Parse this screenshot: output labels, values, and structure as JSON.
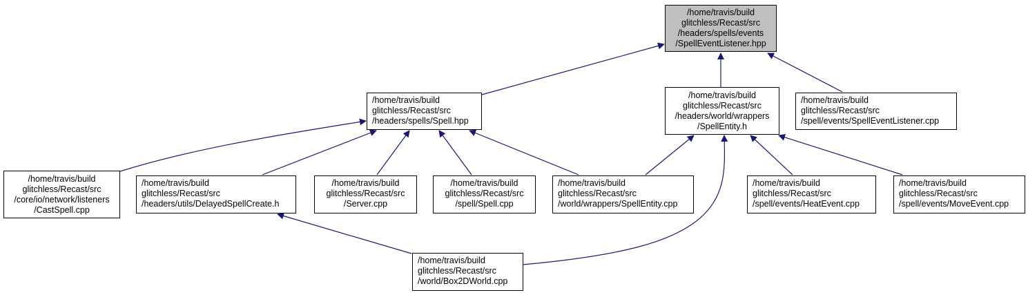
{
  "colors": {
    "edge": "#191970",
    "root_fill": "#bfbfbf",
    "node_fill": "#ffffff",
    "border": "#000000"
  },
  "nodes": {
    "listener_hpp": {
      "lines": [
        "/home/travis/build",
        "glitchless/Recast/src",
        "/headers/spells/events",
        "/SpellEventListener.hpp"
      ]
    },
    "spell_hpp": {
      "lines": [
        "/home/travis/build",
        "glitchless/Recast/src",
        "/headers/spells/Spell.hpp"
      ]
    },
    "spellentity_h": {
      "lines": [
        "/home/travis/build",
        "glitchless/Recast/src",
        "/headers/world/wrappers",
        "/SpellEntity.h"
      ]
    },
    "listener_cpp": {
      "lines": [
        "/home/travis/build",
        "glitchless/Recast/src",
        "/spell/events/SpellEventListener.cpp"
      ]
    },
    "castspell_cpp": {
      "lines": [
        "/home/travis/build",
        "glitchless/Recast/src",
        "/core/io/network/listeners",
        "/CastSpell.cpp"
      ]
    },
    "delayed_h": {
      "lines": [
        "/home/travis/build",
        "glitchless/Recast/src",
        "/headers/utils/DelayedSpellCreate.h"
      ]
    },
    "server_cpp": {
      "lines": [
        "/home/travis/build",
        "glitchless/Recast/src",
        "/Server.cpp"
      ]
    },
    "spell_cpp": {
      "lines": [
        "/home/travis/build",
        "glitchless/Recast/src",
        "/spell/Spell.cpp"
      ]
    },
    "spellentity_cpp": {
      "lines": [
        "/home/travis/build",
        "glitchless/Recast/src",
        "/world/wrappers/SpellEntity.cpp"
      ]
    },
    "heat_cpp": {
      "lines": [
        "/home/travis/build",
        "glitchless/Recast/src",
        "/spell/events/HeatEvent.cpp"
      ]
    },
    "move_cpp": {
      "lines": [
        "/home/travis/build",
        "glitchless/Recast/src",
        "/spell/events/MoveEvent.cpp"
      ]
    },
    "box2d_cpp": {
      "lines": [
        "/home/travis/build",
        "glitchless/Recast/src",
        "/world/Box2DWorld.cpp"
      ]
    }
  }
}
